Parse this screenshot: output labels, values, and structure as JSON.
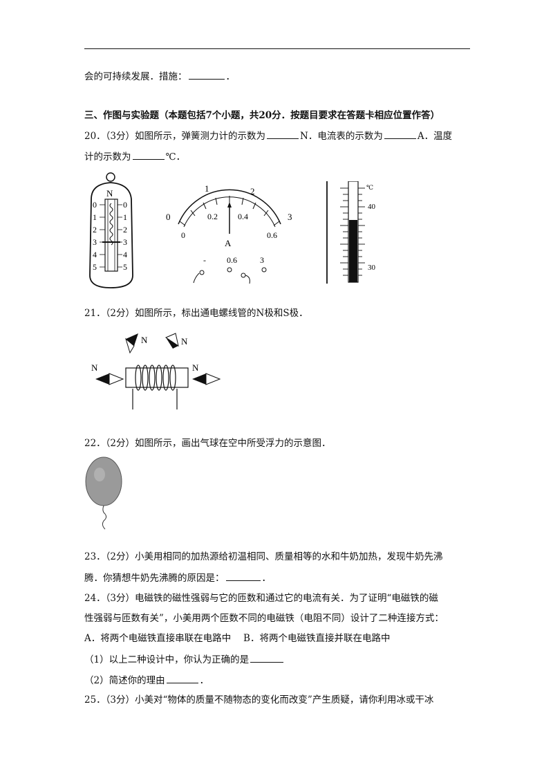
{
  "line_carry": "会的可持续发展．措施：",
  "carry_end": "．",
  "section3": {
    "title": "三、作图与实验题（本题包括7个小题，共20分．按题目要求在答题卡相应位置作答）"
  },
  "q20": {
    "a": "20．（3分）如图所示，弹簧测力计的示数为",
    "b": "N．电流表的示数为",
    "c": "A．温度",
    "d": "计的示数为",
    "e": "℃．",
    "spring_scale": {
      "top": "N",
      "left": [
        "0",
        "1",
        "2",
        "3",
        "4",
        "5"
      ],
      "right": [
        "0",
        "1",
        "2",
        "3",
        "4",
        "5"
      ]
    },
    "ammeter": {
      "upper": [
        "1",
        "2"
      ],
      "lower": [
        "0",
        "0.2",
        "0.4",
        "0.6"
      ],
      "end_upper": "3",
      "start": "0",
      "unit": "A",
      "terminals": [
        "-",
        "0.6",
        "3"
      ]
    },
    "thermometer": {
      "unit": "℃",
      "labels": [
        "40",
        "30"
      ]
    }
  },
  "q21": {
    "text": "21．（2分）如图所示，标出通电螺线管的N极和S极．",
    "n_labels": [
      "N",
      "N",
      "N",
      "N"
    ]
  },
  "q22": {
    "text": "22．（2分）如图所示，画出气球在空中所受浮力的示意图．"
  },
  "q23": {
    "a": "23．（2分）小美用相同的加热源给初温相同、质量相等的水和牛奶加热，发现牛奶先沸",
    "b": "腾．你猜想牛奶先沸腾的原因是：",
    "c": "．"
  },
  "q24": {
    "a": "24．（3分）电磁铁的磁性强弱与它的匝数和通过它的电流有关．为了证明“电磁铁的磁",
    "b": "性强弱与匝数有关”，小美用两个匝数不同的电磁铁（电阻不同）设计了二种连接方式：",
    "c": "A．将两个电磁铁直接串联在电路中　 B．将两个电磁铁直接并联在电路中",
    "d": "（1）以上二种设计中，你认为正确的是",
    "e": "（2）简述你的理由",
    "f": "．"
  },
  "q25": {
    "a": "25．（3分）小美对“物体的质量不随物态的变化而改变”产生质疑，请你利用冰或干冰"
  }
}
